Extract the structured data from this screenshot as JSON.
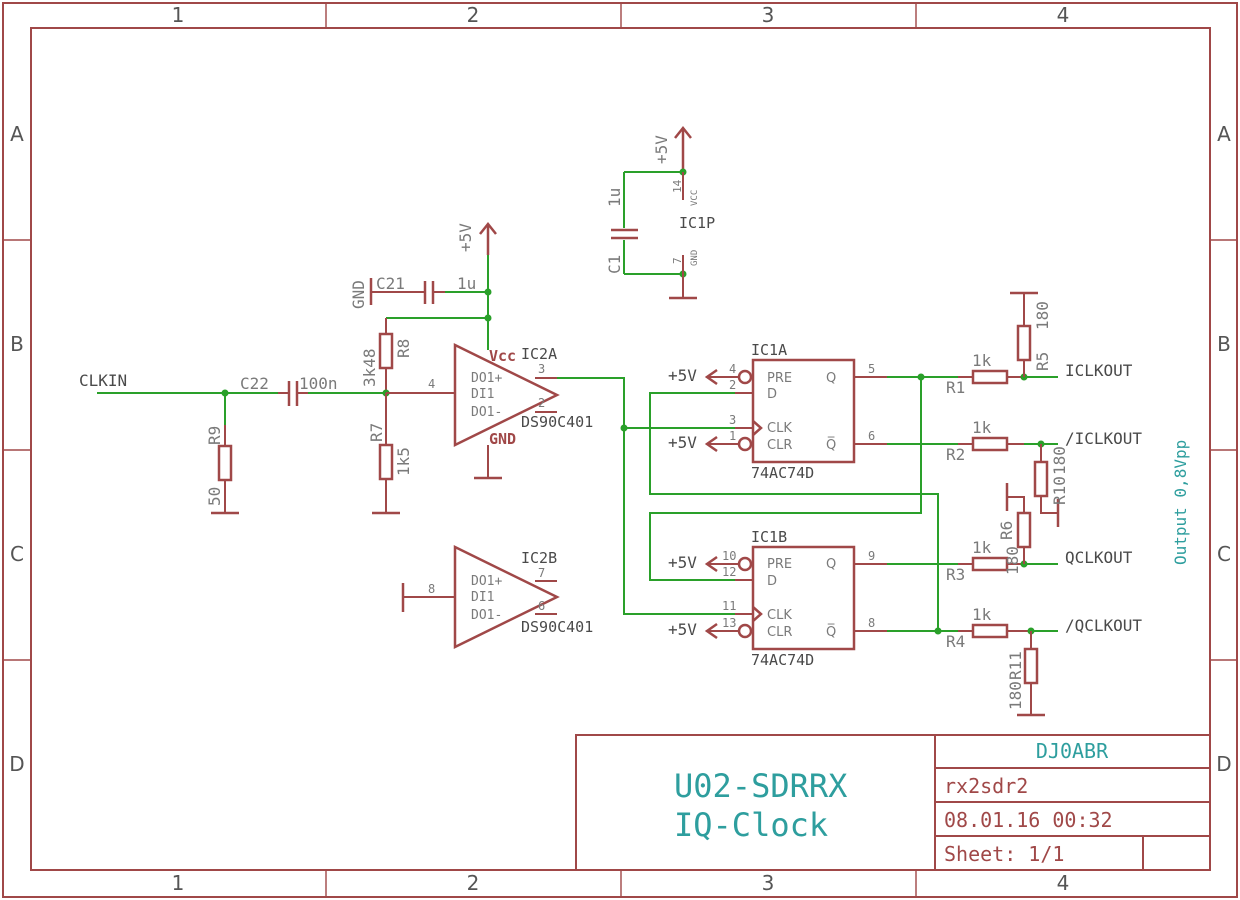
{
  "frame": {
    "cols": [
      "1",
      "2",
      "3",
      "4"
    ],
    "rows": [
      "A",
      "B",
      "C",
      "D"
    ]
  },
  "title_block": {
    "author": "DJ0ABR",
    "title_line1": "U02-SDRRX",
    "title_line2": "IQ-Clock",
    "file": "rx2sdr2",
    "date": "08.01.16 00:32",
    "sheet": "Sheet: 1/1"
  },
  "nets": {
    "clkin": "CLKIN",
    "iclkout": "ICLKOUT",
    "niclkout": "/ICLKOUT",
    "qclkout": "QCLKOUT",
    "nqclkout": "/QCLKOUT",
    "output_note": "Output 0,8Vpp"
  },
  "supply": {
    "p5v": "+5V",
    "gnd": "GND"
  },
  "components": {
    "c21": {
      "name": "C21",
      "value": "1u"
    },
    "c22": {
      "name": "C22",
      "value": "100n"
    },
    "c1": {
      "name": "C1",
      "value": "1u"
    },
    "r9": {
      "name": "R9",
      "value": "50"
    },
    "r8": {
      "name": "R8",
      "value": "3k48"
    },
    "r7": {
      "name": "R7",
      "value": "1k5"
    },
    "r1": {
      "name": "R1",
      "value": "1k"
    },
    "r2": {
      "name": "R2",
      "value": "1k"
    },
    "r3": {
      "name": "R3",
      "value": "1k"
    },
    "r4": {
      "name": "R4",
      "value": "1k"
    },
    "r5": {
      "name": "R5",
      "value": "180"
    },
    "r10": {
      "name": "R10",
      "value": "180"
    },
    "r6": {
      "name": "R6",
      "value": "180"
    },
    "r11": {
      "name": "R11",
      "value": "180"
    },
    "ic2a": {
      "name": "IC2A",
      "part": "DS90C401",
      "vcc": "Vcc",
      "gnd": "GND",
      "pin_in": "4",
      "pin_p": "3",
      "pin_n": "2",
      "l1": "DO1+",
      "l2": "DI1",
      "l3": "DO1-"
    },
    "ic2b": {
      "name": "IC2B",
      "part": "DS90C401",
      "pin_in": "8",
      "pin_p": "7",
      "pin_n": "6",
      "l1": "DO1+",
      "l2": "DI1",
      "l3": "DO1-"
    },
    "ic1p": {
      "name": "IC1P",
      "pin_vcc": "14",
      "pin_gnd": "7",
      "vcc": "VCC",
      "gnd": "GND"
    },
    "ic1a": {
      "name": "IC1A",
      "part": "74AC74D",
      "pre": "PRE",
      "d": "D",
      "clk": "CLK",
      "clr": "CLR",
      "q": "Q",
      "qn": "Q̅",
      "p_pre": "4",
      "p_d": "2",
      "p_clk": "3",
      "p_clr": "1",
      "p_q": "5",
      "p_qn": "6"
    },
    "ic1b": {
      "name": "IC1B",
      "part": "74AC74D",
      "pre": "PRE",
      "d": "D",
      "clk": "CLK",
      "clr": "CLR",
      "q": "Q",
      "qn": "Q̅",
      "p_pre": "10",
      "p_d": "12",
      "p_clk": "11",
      "p_clr": "13",
      "p_q": "9",
      "p_qn": "8"
    }
  }
}
